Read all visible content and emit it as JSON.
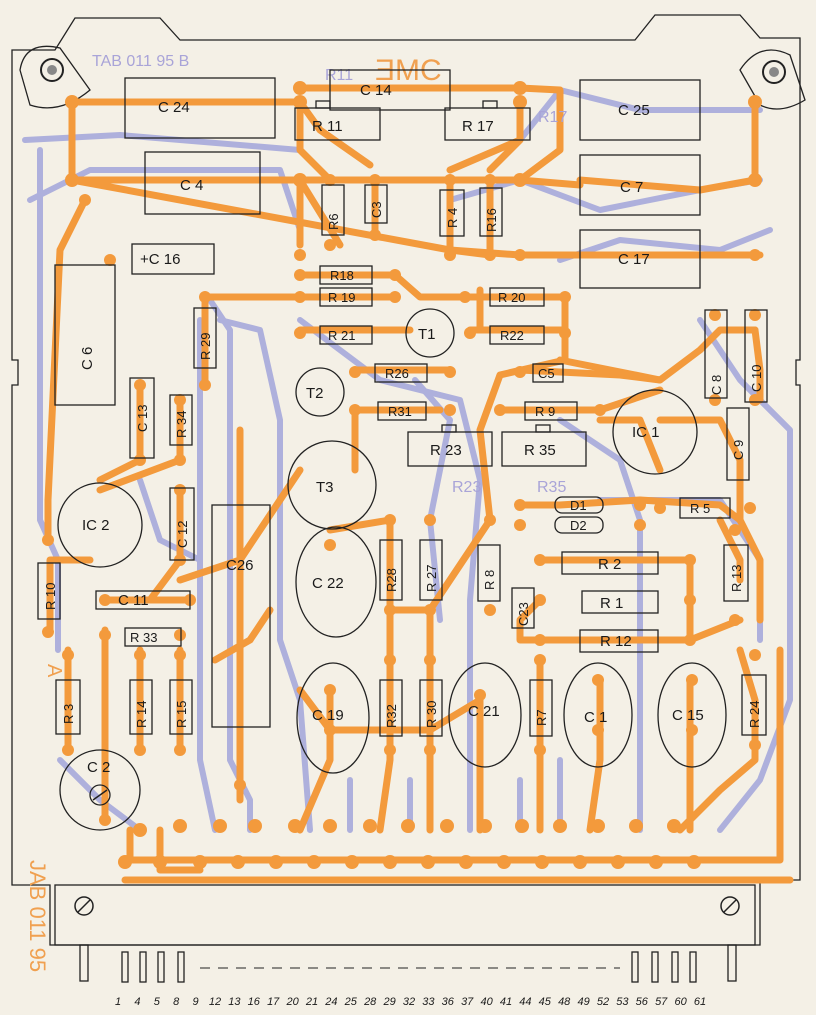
{
  "board": {
    "code_ghost": "TAB 011 95  B",
    "logo_orange": "ƎMC",
    "mirrored_code": "JAB 011 95",
    "side_mark": "A"
  },
  "components": {
    "C24": "C 24",
    "C14": "C 14",
    "C25": "C 25",
    "R11": "R 11",
    "R17": "R 17",
    "R11g": "R11",
    "R17g": "R17",
    "C4": "C 4",
    "C7": "C 7",
    "R6": "R6",
    "C3": "C3",
    "R4": "R 4",
    "R16": "R16",
    "C16": "+C 16",
    "C17": "C 17",
    "R18": "R18",
    "R19": "R 19",
    "R20": "R 20",
    "R29": "R 29",
    "R21": "R 21",
    "T1": "T1",
    "R22": "R22",
    "C8": "C 8",
    "C10": "C 10",
    "C6": "C 6",
    "T2": "T2",
    "R26": "R26",
    "C5": "C5",
    "C13": "C 13",
    "R34": "R 34",
    "R31": "R31",
    "R9": "R 9",
    "IC1": "IC  1",
    "C9": "C 9",
    "R23": "R 23",
    "R35": "R 35",
    "R23g": "R23",
    "R35g": "R35",
    "T3": "T3",
    "D1": "D1",
    "D2": "D2",
    "R5": "R 5",
    "IC2": "IC 2",
    "C12": "C 12",
    "C26": "C26",
    "C22": "C 22",
    "R28": "R28",
    "R27": "R 27",
    "R8": "R 8",
    "R2": "R 2",
    "R13": "R 13",
    "R10": "R 10",
    "C11": "C 11",
    "C23": "C23",
    "R1": "R 1",
    "R33": "R 33",
    "R12": "R 12",
    "R3": "R 3",
    "R14": "R 14",
    "R15": "R 15",
    "C19": "C 19",
    "R32": "R32",
    "R30": "R 30",
    "C21": "C 21",
    "R7": "R7",
    "C1": "C 1",
    "C15": "C 15",
    "R24": "R 24",
    "C2": "C 2"
  },
  "connector_pins": [
    "1",
    "4",
    "5",
    "8",
    "9",
    "12",
    "13",
    "16",
    "17",
    "20",
    "21",
    "24",
    "25",
    "28",
    "29",
    "32",
    "33",
    "36",
    "37",
    "40",
    "41",
    "44",
    "45",
    "48",
    "49",
    "52",
    "53",
    "56",
    "57",
    "60",
    "61"
  ],
  "colors": {
    "copper": "#f39a3c",
    "silk_back": "#aeb0dc",
    "board": "#f4f0e6",
    "ink": "#222222"
  }
}
